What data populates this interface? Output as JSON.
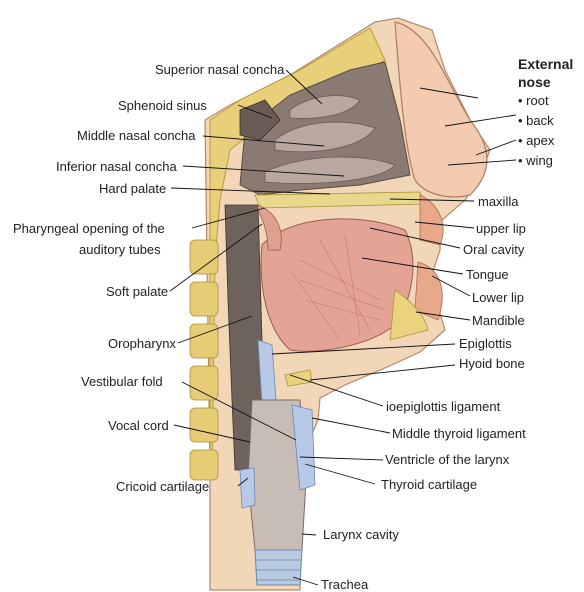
{
  "labels": {
    "superior_nasal_concha": "Superior nasal concha",
    "sphenoid_sinus": "Sphenoid sinus",
    "middle_nasal_concha": "Middle nasal concha",
    "inferior_nasal_concha": "Inferior nasal concha",
    "hard_palate": "Hard palate",
    "pharyngeal_opening_1": "Pharyngeal opening of the",
    "pharyngeal_opening_2": "auditory tubes",
    "soft_palate": "Soft palate",
    "oropharynx": "Oropharynx",
    "vestibular_fold": "Vestibular fold",
    "vocal_cord": "Vocal cord",
    "cricoid_cartilage": "Cricoid cartilage",
    "maxilla": "maxilla",
    "upper_lip": "upper lip",
    "oral_cavity": "Oral cavity",
    "tongue": "Tongue",
    "lower_lip": "Lower lip",
    "mandible": "Mandible",
    "epiglottis": "Epiglottis",
    "hyoid_bone": "Hyoid bone",
    "hyoepiglottic_ligament": "ioepiglottis ligament",
    "middle_thyroid_ligament": "Middle thyroid ligament",
    "ventricle_of_larynx": "Ventricle of the larynx",
    "thyroid_cartilage": "Thyroid cartilage",
    "larynx_cavity": "Larynx cavity",
    "trachea": "Trachea"
  },
  "external_nose": {
    "heading_line1": "External",
    "heading_line2": "nose",
    "parts": [
      "root",
      "back",
      "apex",
      "wing"
    ]
  }
}
